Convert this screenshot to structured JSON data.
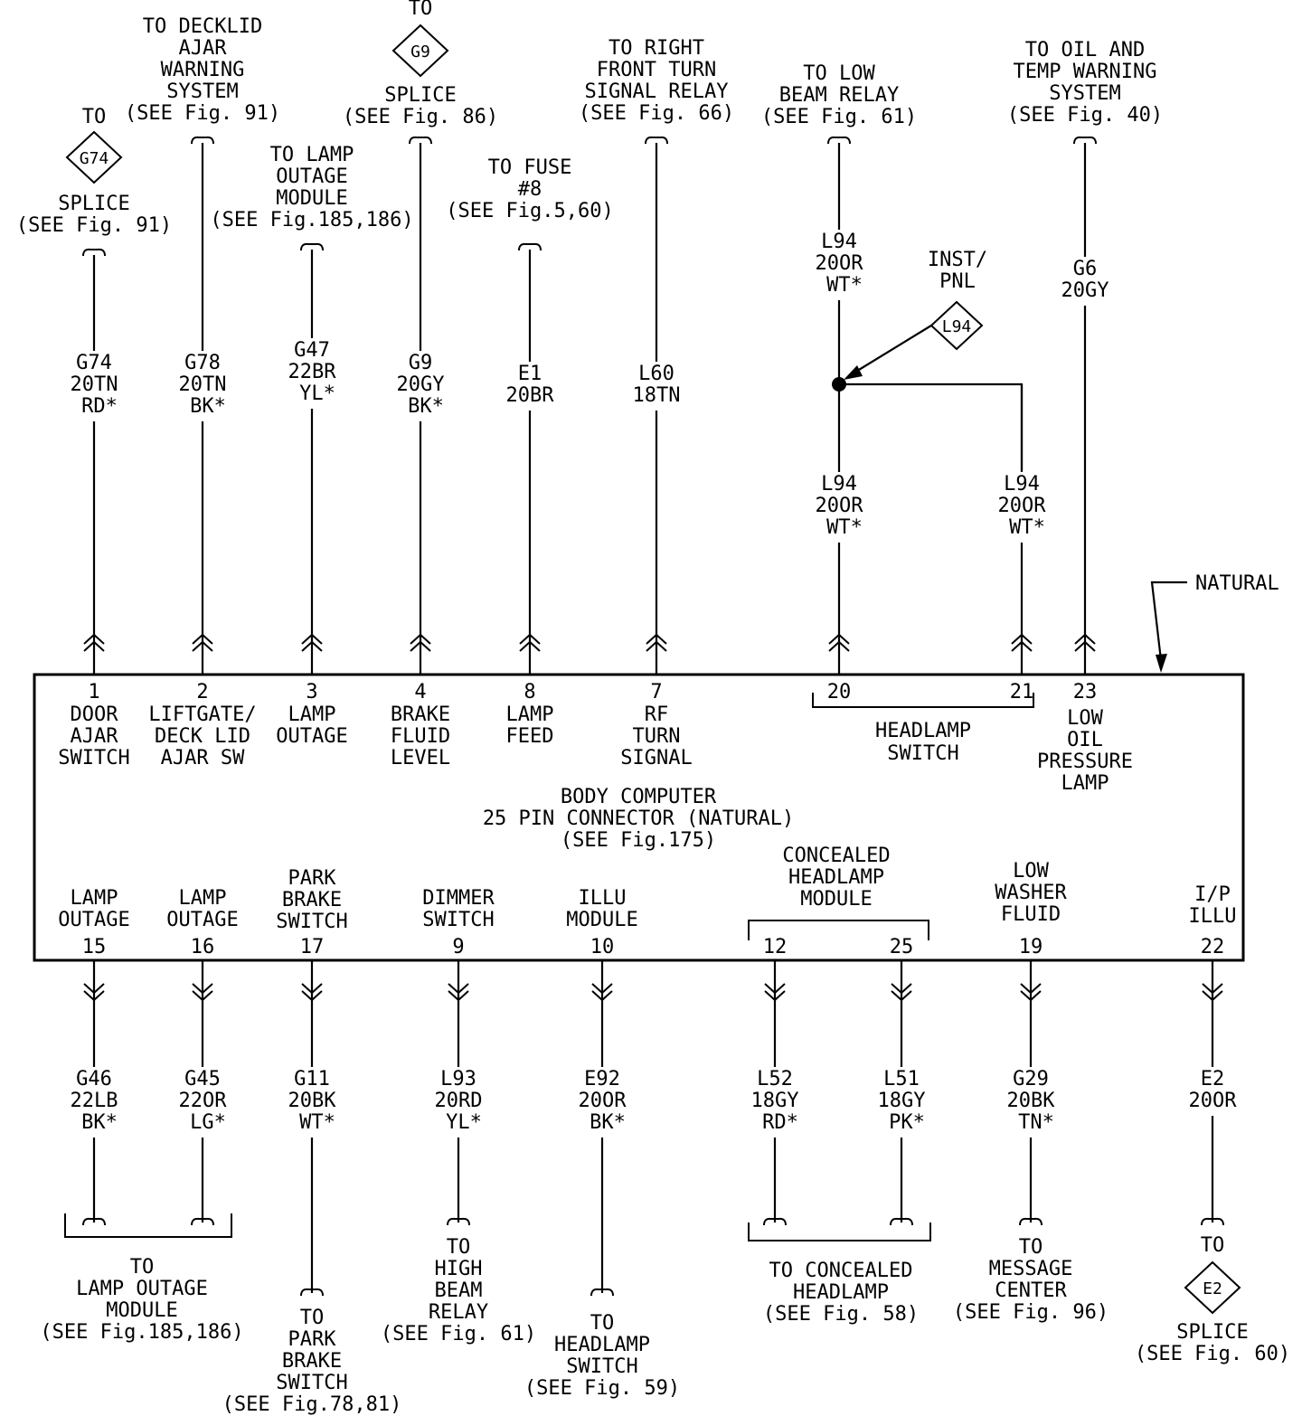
{
  "computer": {
    "line1": "BODY COMPUTER",
    "line2": "25 PIN CONNECTOR (NATURAL)",
    "line3_pre": "(SEE ",
    "line3_fig": "Fig.",
    "line3_post": "175)"
  },
  "natural_label": "NATURAL",
  "top_pins": [
    {
      "num": "1",
      "name": [
        "DOOR",
        "AJAR",
        "SWITCH"
      ],
      "wire": [
        "G74",
        "20TN",
        "RD*"
      ],
      "dest": [
        "SPLICE"
      ],
      "see": {
        "pre": "(SEE ",
        "fig": "Fig.",
        "post": " 91)"
      },
      "diamond": "G74",
      "to": "TO"
    },
    {
      "num": "2",
      "name": [
        "LIFTGATE/",
        "DECK LID",
        "AJAR SW"
      ],
      "wire": [
        "G78",
        "20TN",
        "BK*"
      ],
      "dest": [
        "TO DECKLID",
        "AJAR",
        "WARNING",
        "SYSTEM"
      ],
      "see": {
        "pre": "(SEE ",
        "fig": "Fig.",
        "post": " 91)"
      }
    },
    {
      "num": "3",
      "name": [
        "LAMP",
        "OUTAGE"
      ],
      "wire": [
        "G47",
        "22BR",
        "YL*"
      ],
      "dest": [
        "TO LAMP",
        "OUTAGE",
        "MODULE"
      ],
      "see": {
        "pre": "(SEE ",
        "fig": "Fig.",
        "post": "185,186)"
      }
    },
    {
      "num": "4",
      "name": [
        "BRAKE",
        "FLUID",
        "LEVEL"
      ],
      "wire": [
        "G9",
        "20GY",
        "BK*"
      ],
      "dest": [
        "SPLICE"
      ],
      "see": {
        "pre": "(SEE ",
        "fig": "Fig.",
        "post": " 86)"
      },
      "diamond": "G9",
      "to": "TO"
    },
    {
      "num": "8",
      "name": [
        "LAMP",
        "FEED"
      ],
      "wire": [
        "E1",
        "20BR"
      ],
      "dest": [
        "TO FUSE",
        "#8"
      ],
      "see": {
        "pre": "(SEE ",
        "fig": "Fig.",
        "post": "5,60)"
      }
    },
    {
      "num": "7",
      "name": [
        "RF",
        "TURN",
        "SIGNAL"
      ],
      "wire": [
        "L60",
        "18TN"
      ],
      "dest": [
        "TO RIGHT",
        "FRONT TURN",
        "SIGNAL RELAY"
      ],
      "see": {
        "pre": "(SEE ",
        "fig": "Fig.",
        "post": " 66)"
      }
    },
    {
      "num": "20",
      "name": [],
      "wire": [
        "L94",
        "20OR",
        "WT*"
      ],
      "wire_upper": [
        "L94",
        "20OR",
        "WT*"
      ],
      "dest": [
        "TO LOW",
        "BEAM RELAY"
      ],
      "see": {
        "pre": "(SEE ",
        "fig": "Fig.",
        "post": " 61)"
      }
    },
    {
      "num": "21",
      "name": [],
      "wire": [
        "L94",
        "20OR",
        "WT*"
      ]
    },
    {
      "num": "23",
      "name": [
        "LOW",
        "OIL",
        "PRESSURE",
        "LAMP"
      ],
      "wire": [
        "G6",
        "20GY"
      ],
      "dest": [
        "TO OIL AND",
        "TEMP WARNING",
        "SYSTEM"
      ],
      "see": {
        "pre": "(SEE ",
        "fig": "Fig.",
        "post": " 40)"
      }
    }
  ],
  "headlamp_switch": [
    "HEADLAMP",
    "SWITCH"
  ],
  "inst_pnl": {
    "label": [
      "INST/",
      "PNL"
    ],
    "diamond": "L94"
  },
  "bottom_pins": [
    {
      "num": "15",
      "name": [
        "LAMP",
        "OUTAGE"
      ],
      "wire": [
        "G46",
        "22LB",
        "BK*"
      ]
    },
    {
      "num": "16",
      "name": [
        "LAMP",
        "OUTAGE"
      ],
      "wire": [
        "G45",
        "22OR",
        "LG*"
      ]
    },
    {
      "num": "17",
      "name": [
        "PARK",
        "BRAKE",
        "SWITCH"
      ],
      "wire": [
        "G11",
        "20BK",
        "WT*"
      ],
      "dest": [
        "TO",
        "PARK",
        "BRAKE",
        "SWITCH"
      ],
      "see": {
        "pre": "(SEE ",
        "fig": "Fig.",
        "post": "78,81)"
      }
    },
    {
      "num": "9",
      "name": [
        "DIMMER",
        "SWITCH"
      ],
      "wire": [
        "L93",
        "20RD",
        "YL*"
      ],
      "dest": [
        "TO",
        "HIGH",
        "BEAM",
        "RELAY"
      ],
      "see": {
        "pre": "(SEE ",
        "fig": "Fig.",
        "post": " 61)"
      }
    },
    {
      "num": "10",
      "name": [
        "ILLU",
        "MODULE"
      ],
      "wire": [
        "E92",
        "20OR",
        "BK*"
      ],
      "dest": [
        "TO",
        "HEADLAMP",
        "SWITCH"
      ],
      "see": {
        "pre": "(SEE ",
        "fig": "Fig.",
        "post": " 59)"
      }
    },
    {
      "num": "12",
      "name": [],
      "wire": [
        "L52",
        "18GY",
        "RD*"
      ]
    },
    {
      "num": "25",
      "name": [],
      "wire": [
        "L51",
        "18GY",
        "PK*"
      ]
    },
    {
      "num": "19",
      "name": [
        "LOW",
        "WASHER",
        "FLUID"
      ],
      "wire": [
        "G29",
        "20BK",
        "TN*"
      ],
      "dest": [
        "TO",
        "MESSAGE",
        "CENTER"
      ],
      "see": {
        "pre": "(SEE ",
        "fig": "Fig.",
        "post": " 96)"
      }
    },
    {
      "num": "22",
      "name": [
        "I/P",
        "ILLU"
      ],
      "wire": [
        "E2",
        "20OR"
      ],
      "dest": [
        "SPLICE"
      ],
      "see": {
        "pre": "(SEE ",
        "fig": "Fig.",
        "post": " 60)"
      },
      "diamond": "E2",
      "to": "TO"
    }
  ],
  "concealed_module": [
    "CONCEALED",
    "HEADLAMP",
    "MODULE"
  ],
  "lamp_outage_dest": {
    "lines": [
      "TO",
      "LAMP OUTAGE",
      "MODULE"
    ],
    "see": {
      "pre": "(SEE ",
      "fig": "Fig.",
      "post": "185,186)"
    }
  },
  "concealed_dest": {
    "lines": [
      "TO CONCEALED",
      "HEADLAMP"
    ],
    "see": {
      "pre": "(SEE ",
      "fig": "Fig.",
      "post": " 58)"
    }
  }
}
